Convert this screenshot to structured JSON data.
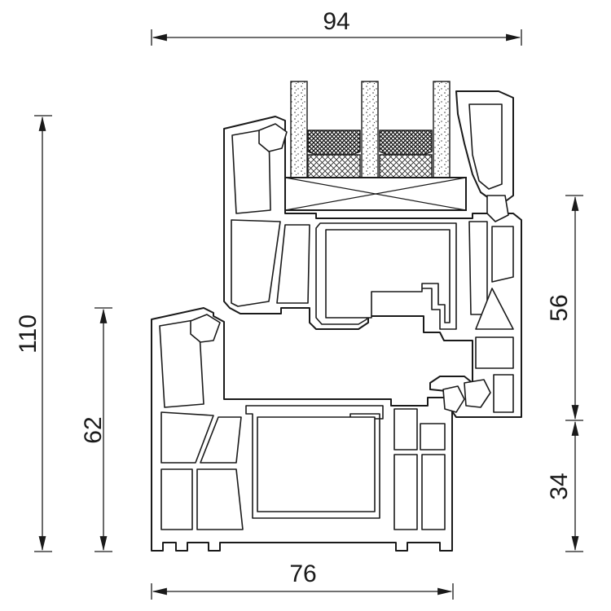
{
  "diagram": {
    "dimensions": {
      "top_width": "94",
      "bottom_width": "76",
      "total_height": "110",
      "frame_height": "62",
      "sash_height": "56",
      "frame_lower_height": "34"
    }
  }
}
